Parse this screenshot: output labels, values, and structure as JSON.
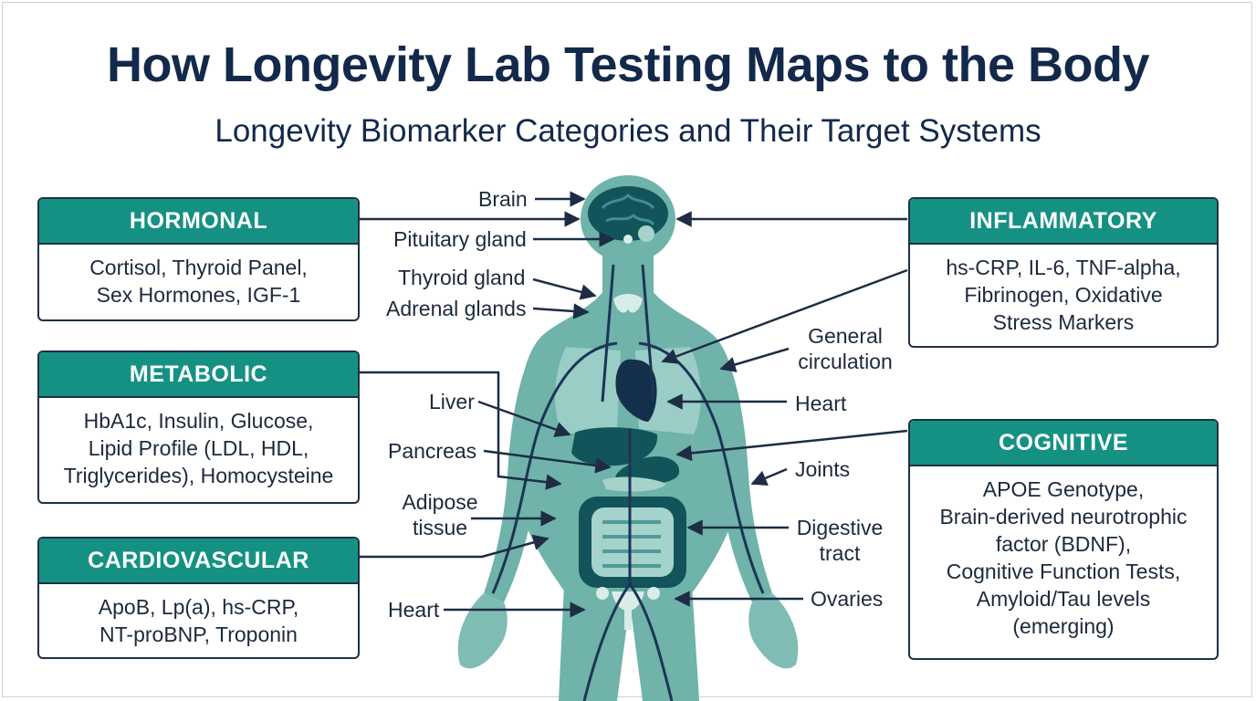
{
  "title": "How Longevity Lab Testing Maps to the Body",
  "subtitle": "Longevity Biomarker Categories and Their Target Systems",
  "categories": [
    {
      "id": "hormonal",
      "label": "HORMONAL",
      "line1": "Cortisol, Thyroid Panel,",
      "line2": "Sex Hormones, IGF-1"
    },
    {
      "id": "metabolic",
      "label": "METABOLIC",
      "line1": "HbA1c, Insulin, Glucose,",
      "line2": "Lipid Profile (LDL, HDL,",
      "line3": "Triglycerides), Homocysteine"
    },
    {
      "id": "cardiovascular",
      "label": "CARDIOVASCULAR",
      "line1": "ApoB, Lp(a), hs-CRP,",
      "line2": "NT-proBNP, Troponin"
    },
    {
      "id": "inflammatory",
      "label": "INFLAMMATORY",
      "line1": "hs-CRP, IL-6, TNF-alpha,",
      "line2": "Fibrinogen, Oxidative",
      "line3": "Stress Markers"
    },
    {
      "id": "cognitive",
      "label": "COGNITIVE",
      "line1": "APOE Genotype,",
      "line2": "Brain-derived neurotrophic",
      "line3": "factor (BDNF),",
      "line4": "Cognitive Function Tests,",
      "line5": "Amyloid/Tau levels",
      "line6": "(emerging)"
    }
  ],
  "body_labels": {
    "brain": "Brain",
    "pituitary": "Pituitary gland",
    "thyroid": "Thyroid gland",
    "adrenal": "Adrenal glands",
    "liver": "Liver",
    "pancreas": "Pancreas",
    "adipose_1": "Adipose",
    "adipose_2": "tissue",
    "heart_left": "Heart",
    "circulation_1": "General",
    "circulation_2": "circulation",
    "heart_right": "Heart",
    "joints": "Joints",
    "digestive_1": "Digestive",
    "digestive_2": "tract",
    "ovaries": "Ovaries"
  },
  "colors": {
    "header_teal": "#159184",
    "body_teal": "#6fb3aa",
    "organ_dark": "#12545a",
    "vessel_navy": "#1c3556",
    "heart_navy": "#142f4c",
    "title_navy": "#13294b"
  }
}
